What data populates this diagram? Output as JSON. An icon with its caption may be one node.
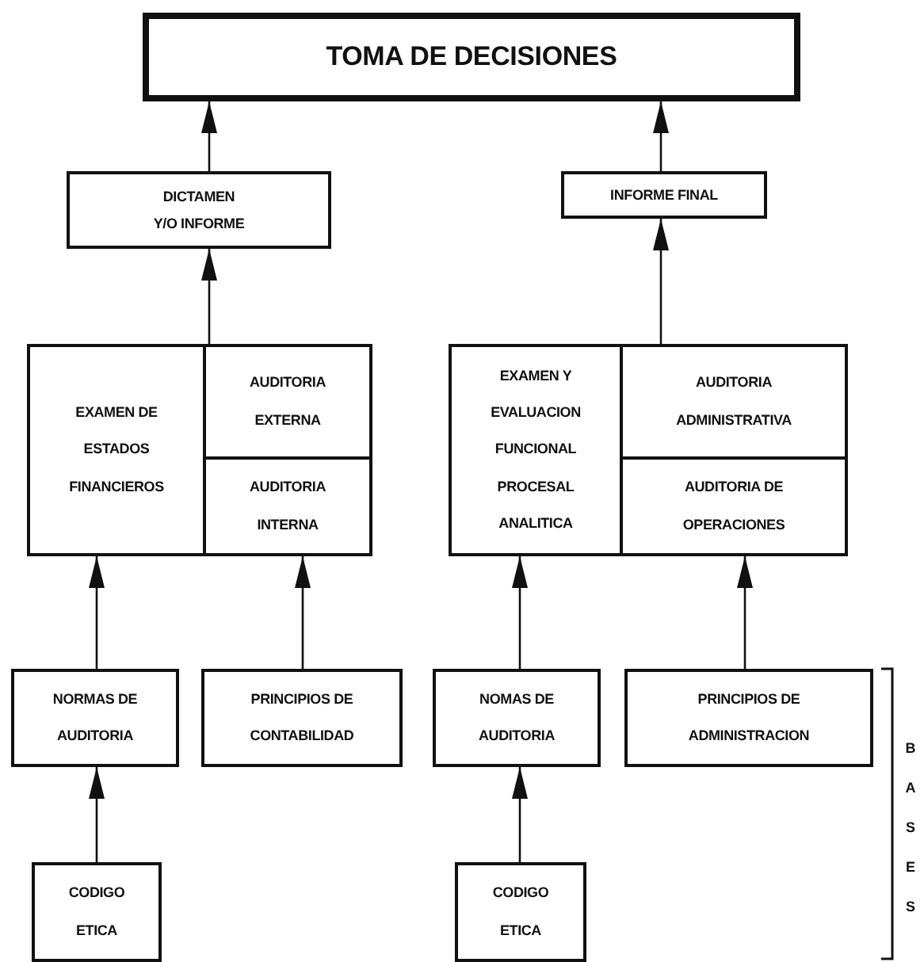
{
  "diagram": {
    "nodes": [
      {
        "text": [
          "TOMA DE DECISIONES"
        ]
      },
      {
        "text": [
          "DICTAMEN Y/O INFORME"
        ]
      },
      {
        "text": [
          "INFORME FINAL"
        ]
      },
      {
        "text": [],
        "shape": "box"
      },
      {
        "text": [
          "EXAMEN DE ESTADOS FINANCIEROS"
        ],
        "in": 3
      },
      {
        "text": [
          "AUDITORIA EXTERNA"
        ],
        "in": 3
      },
      {
        "text": [
          "AUDITORIA INTERNA"
        ],
        "in": 3
      },
      {
        "text": [],
        "shape": "box"
      },
      {
        "text": [
          "EXAMEN Y EVALUACION FUNCIONAL PROCESAL ANALITICA"
        ],
        "in": 7
      },
      {
        "text": [
          "AUDITORIA ADMINISTRATIVA"
        ],
        "in": 7
      },
      {
        "text": [
          "AUDITORIA DE OPERACIONES"
        ],
        "in": 7
      },
      {
        "text": [
          "NORMAS DE AUDITORIA"
        ]
      },
      {
        "text": [
          "PRINCIPIOS DE CONTABILIDAD"
        ]
      },
      {
        "text": [
          "NOMAS DE AUDITORIA"
        ]
      },
      {
        "text": [
          "PRINCIPIOS DE ADMINISTRACION"
        ]
      },
      {
        "text": [
          "CODIGO ETICA"
        ]
      },
      {
        "text": [
          "CODIGO ETICA"
        ]
      }
    ],
    "edges": [
      {
        "from": 1,
        "to": 0,
        "arrow": "to"
      },
      {
        "from": 2,
        "to": 0,
        "arrow": "to"
      },
      {
        "from": 3,
        "to": 1,
        "arrow": "to"
      },
      {
        "from": 7,
        "to": 2,
        "arrow": "to"
      },
      {
        "from": 11,
        "to": 4,
        "arrow": "to"
      },
      {
        "from": 12,
        "to": 6,
        "arrow": "to"
      },
      {
        "from": 13,
        "to": 8,
        "arrow": "to"
      },
      {
        "from": 14,
        "to": 10,
        "arrow": "to"
      },
      {
        "from": 15,
        "to": 11,
        "arrow": "to"
      },
      {
        "from": 16,
        "to": 13,
        "arrow": "to"
      }
    ],
    "labels": [
      "BASES"
    ]
  }
}
